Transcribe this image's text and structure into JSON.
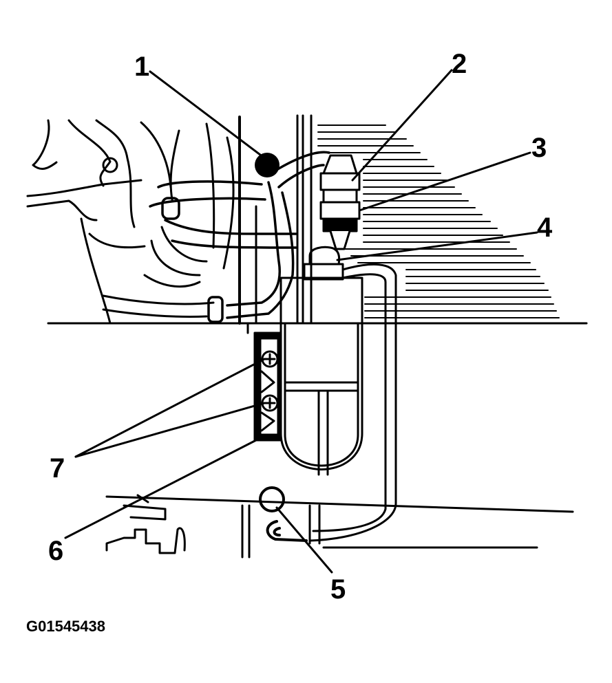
{
  "callouts": [
    "1",
    "2",
    "3",
    "4",
    "5",
    "6",
    "7"
  ],
  "figure_id": "G01545438"
}
